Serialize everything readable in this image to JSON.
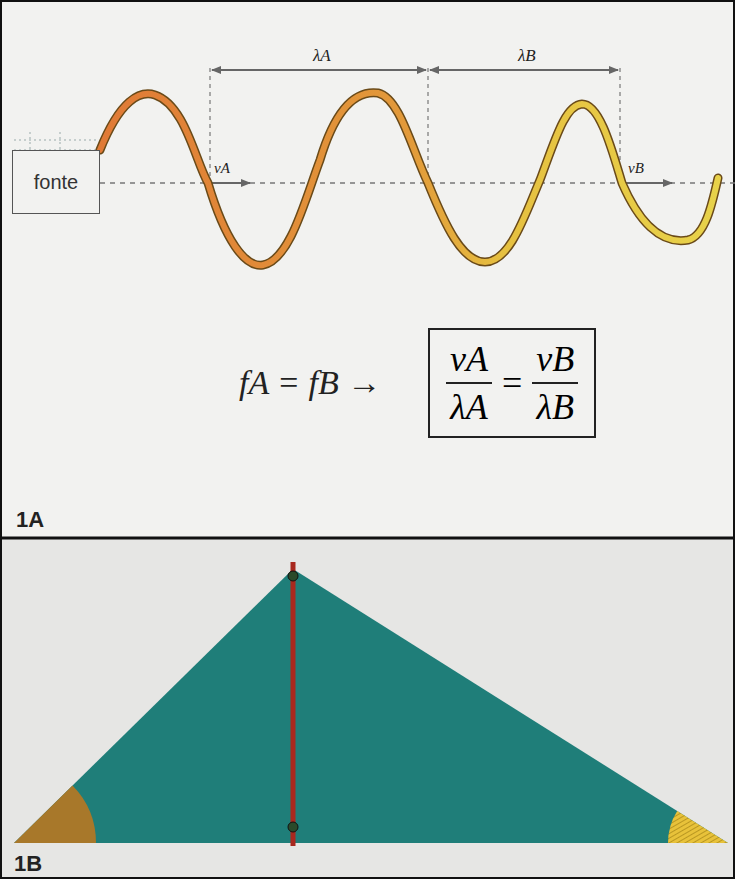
{
  "diagram": {
    "nodes": [
      {
        "text": [
          "fonte"
        ]
      },
      {
        "text": [
          "vA",
          "λA",
          "=",
          "vB",
          "λB"
        ]
      }
    ],
    "labels": [
      "λA",
      "λB",
      "vA",
      "vB",
      "fA = fB →",
      "1A",
      "1B"
    ]
  }
}
